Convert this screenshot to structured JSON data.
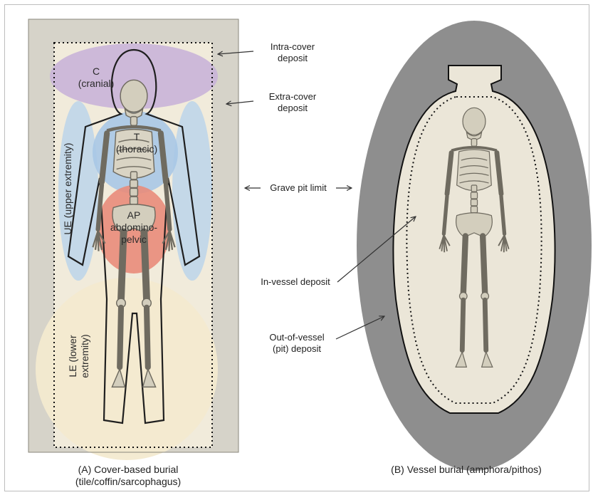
{
  "panel_a": {
    "zones": {
      "cranial_code": "C",
      "cranial_name": "(cranial)",
      "thoracic_code": "T",
      "thoracic_name": "(thoracic)",
      "abdominopelvic_code": "AP",
      "abdominopelvic_line1": "abdomino-",
      "abdominopelvic_line2": "pelvic",
      "upper_extremity": "UE (upper extremity)",
      "lower_extremity_line1": "LE (lower",
      "lower_extremity_line2": "extremity)"
    },
    "caption_line1": "(A) Cover-based burial",
    "caption_line2": "(tile/coffin/sarcophagus)"
  },
  "callouts": {
    "intra_cover_line1": "Intra-cover",
    "intra_cover_line2": "deposit",
    "extra_cover_line1": "Extra-cover",
    "extra_cover_line2": "deposit",
    "grave_pit_limit": "Grave pit limit",
    "in_vessel": "In-vessel deposit",
    "out_of_vessel_line1": "Out-of-vessel",
    "out_of_vessel_line2": "(pit) deposit"
  },
  "panel_b": {
    "caption": "(B) Vessel burial (amphora/pithos)"
  },
  "colors": {
    "cover_background": "#d6d3c9",
    "cover_inner": "#f1ebdb",
    "cranial_zone": "#c9b4d8",
    "thoracic_zone": "#a9c8e6",
    "upper_extremity_zone": "#bcd5ea",
    "abdominopelvic_zone": "#e98c7a",
    "lower_extremity_zone": "#f3ead0",
    "pit_fill": "#8e8e8e",
    "vessel_fill": "#ebe6d8",
    "bone": "#cfcab8",
    "bone_outline": "#6f6b60"
  }
}
